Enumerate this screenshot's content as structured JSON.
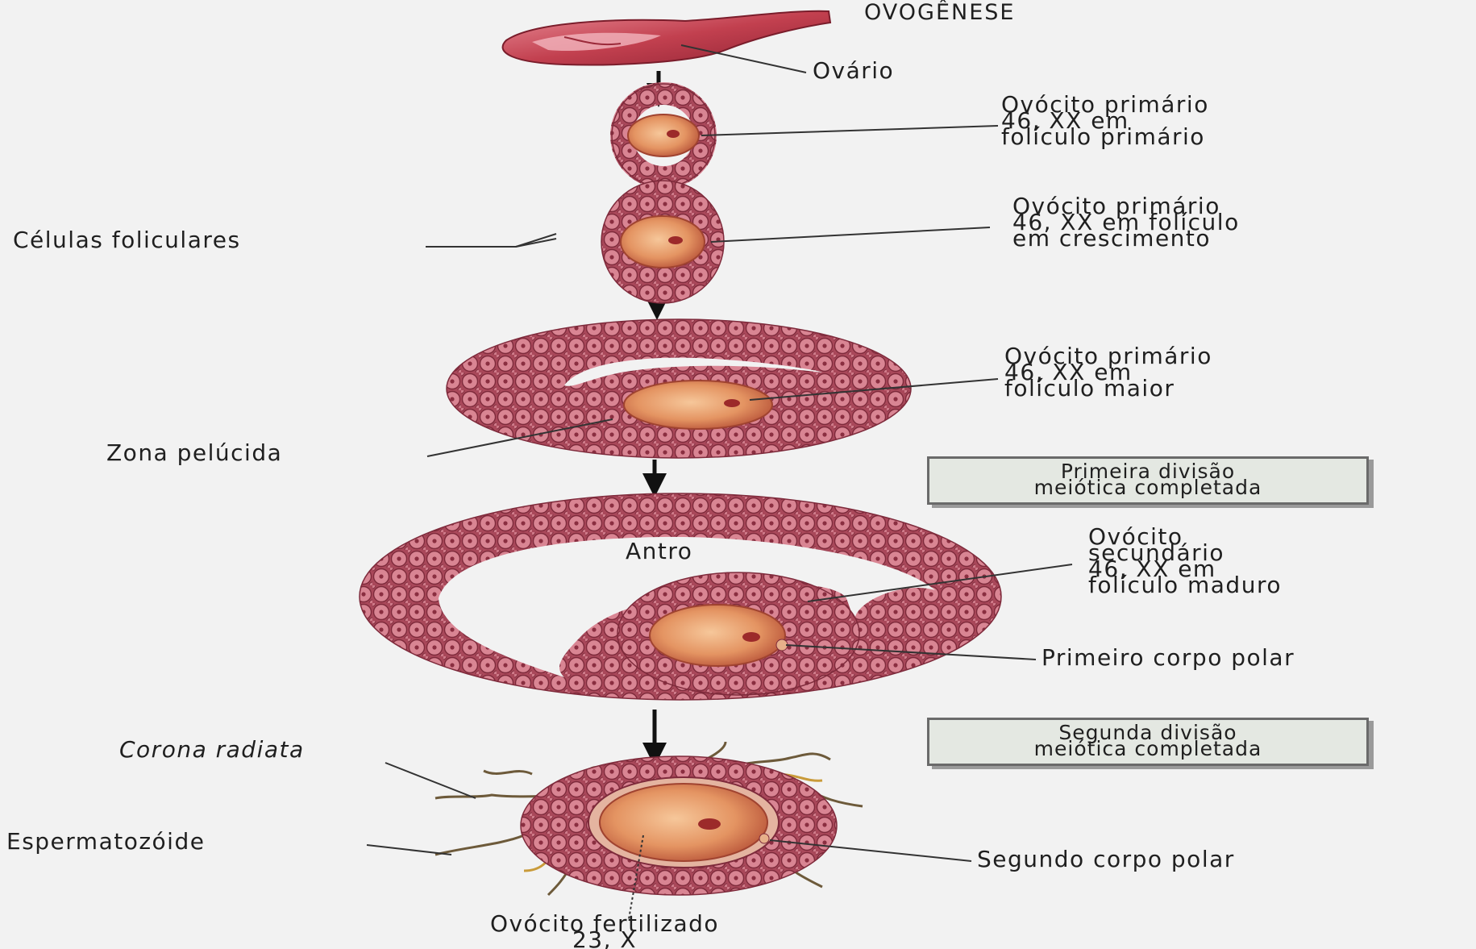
{
  "title": "OVOGÊNESE",
  "labels": {
    "ovario": "Ovário",
    "stage1": "Ovócito primário\n46, XX em\nfolículo primário",
    "celulas_foliculares": "Células foliculares",
    "stage2": "Ovócito primário\n46, XX em folículo\nem crescimento",
    "stage3": "Ovócito primário\n46, XX em\nfolículo maior",
    "zona_pelucida": "Zona pelúcida",
    "antro": "Antro",
    "stage4": "Ovócito\nsecundário\n46, XX em\nfolículo maduro",
    "primeiro_corpo_polar": "Primeiro corpo polar",
    "corona_radiata": "Corona radiata",
    "espermatozoide": "Espermatozóide",
    "segundo_corpo_polar": "Segundo corpo polar",
    "ovocito_fertilizado": "Ovócito fertilizado\n23, X"
  },
  "notes": {
    "primeira_divisao": "Primeira divisão\nmeiótica completada",
    "segunda_divisao": "Segunda divisão\nmeiótica completada"
  },
  "colors": {
    "cell_fill": "#c86a78",
    "cell_dark": "#8e3445",
    "oocyte": "#e9a070",
    "ovary": "#b8344a",
    "arrow": "#111111",
    "line": "#333333"
  }
}
